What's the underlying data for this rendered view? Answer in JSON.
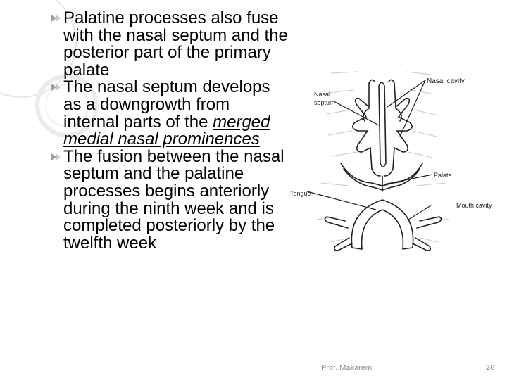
{
  "bullets": [
    {
      "text": "Palatine processes also fuse with the nasal septum and the posterior part of the primary palate"
    },
    {
      "text_before": "The nasal septum develops as a downgrowth from internal parts of the ",
      "text_emph": "merged medial nasal prominences"
    },
    {
      "text": "The fusion between the nasal septum and the palatine processes begins anteriorly during the ninth week and is completed posteriorly by the twelfth week"
    }
  ],
  "diagram": {
    "labels": {
      "nasal_cavity": "Nasal cavity",
      "nasal_septum_line1": "Nasal",
      "nasal_septum_line2": "septum",
      "palate": "Palate",
      "tongue": "Tongue",
      "mouth_cavity": "Mouth cavity"
    }
  },
  "footer": {
    "author": "Prof. Makarem",
    "page_number": "26"
  },
  "colors": {
    "bullet_marker": "#9aa0a6",
    "footer_text": "#8a8a8a",
    "deco_rings": "#e3e3e3"
  }
}
